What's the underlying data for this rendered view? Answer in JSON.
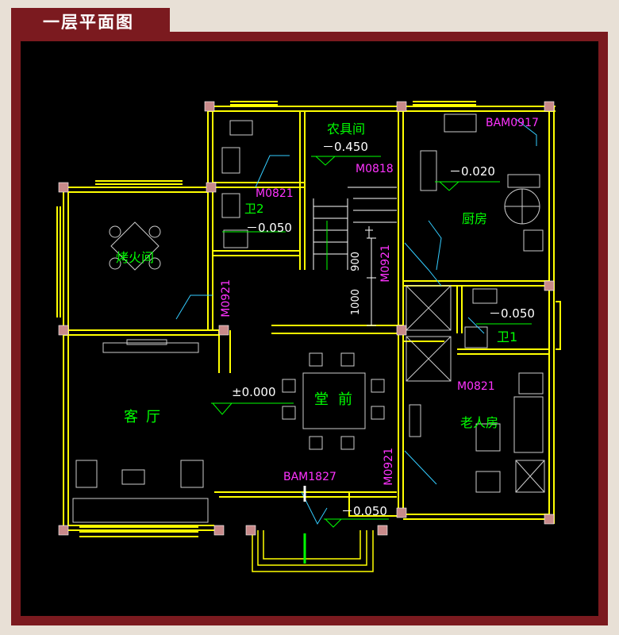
{
  "header": {
    "title": "一层平面图"
  },
  "colors": {
    "frame": "#7b1a1f",
    "background": "#000000",
    "wall": "#ffff00",
    "room_label": "#00ff00",
    "door_label": "#ff33ff",
    "text": "#ffffff",
    "column": "#c88a8a"
  },
  "rooms": {
    "nongjujian": "农具间",
    "wei2": "卫2",
    "kaohuojian": "烤火间",
    "chufang": "厨房",
    "tangqian": "堂前",
    "keting": "客厅",
    "wei1": "卫1",
    "laorenfang": "老人房"
  },
  "doors": {
    "bam0917": "BAM0917",
    "m0818": "M0818",
    "m0821_wei2": "M0821",
    "m0921_kaohuo": "M0921",
    "m0921_stair": "M0921",
    "m0821_laoren": "M0821",
    "m0921_tangqian": "M0921",
    "bam1827": "BAM1827"
  },
  "levels": {
    "nongjujian": "－0.450",
    "chufang": "－0.020",
    "wei2": "－0.050",
    "wei1": "－0.050",
    "tangqian": "±0.000",
    "entry": "－0.050"
  },
  "dimensions": {
    "d900": "900",
    "d1000": "1000"
  }
}
